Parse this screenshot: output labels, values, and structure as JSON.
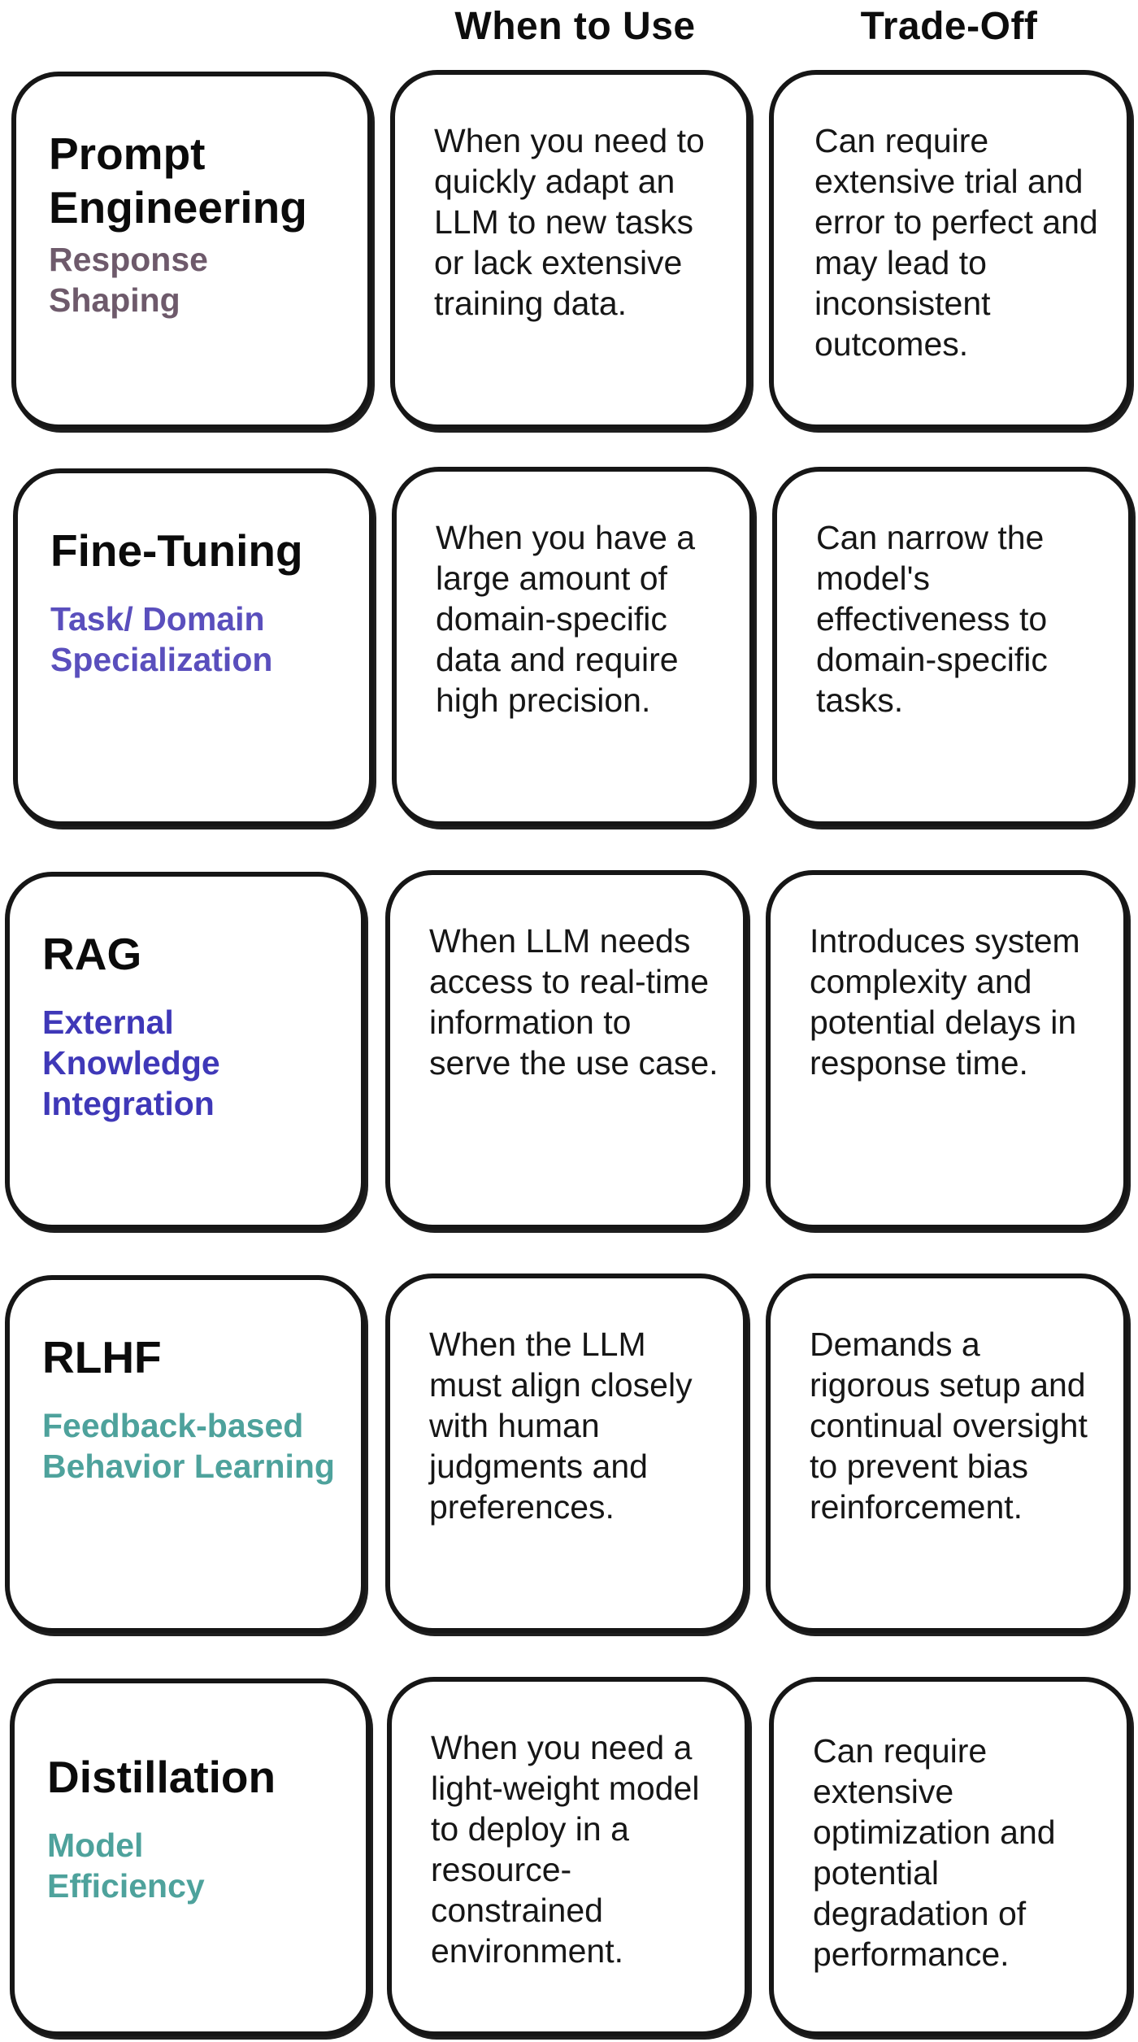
{
  "headers": {
    "when": "When to Use",
    "tradeoff": "Trade-Off"
  },
  "rows": [
    {
      "name": "Prompt Engineering",
      "subtitle": "Response Shaping",
      "subtitle_color": "#6e5a6b",
      "when": "When you need to quickly adapt an LLM to new tasks or lack extensive training data.",
      "tradeoff": "Can require extensive trial and error to perfect and may lead to inconsistent outcomes."
    },
    {
      "name": "Fine-Tuning",
      "subtitle": "Task/ Domain Specialization",
      "subtitle_color": "#5a4fbd",
      "when": "When you have a large amount of domain-specific data and require high precision.",
      "tradeoff": "Can narrow the model's effectiveness to domain-specific tasks."
    },
    {
      "name": "RAG",
      "subtitle": "External Knowledge Integration",
      "subtitle_color": "#3f38b8",
      "when": "When LLM needs access to real-time information to serve the use case.",
      "tradeoff": "Introduces system complexity and potential delays in response time."
    },
    {
      "name": "RLHF",
      "subtitle": "Feedback-based Behavior Learning",
      "subtitle_color": "#4ea29c",
      "when": "When the LLM must align closely with human judgments and preferences.",
      "tradeoff": "Demands a rigorous setup and continual oversight to prevent bias reinforcement."
    },
    {
      "name": "Distillation",
      "subtitle": "Model Efficiency",
      "subtitle_color": "#4ea29c",
      "when": "When you need a light-weight model to deploy in a resource-constrained environment.",
      "tradeoff": "Can require extensive optimization and potential degradation of performance."
    }
  ]
}
